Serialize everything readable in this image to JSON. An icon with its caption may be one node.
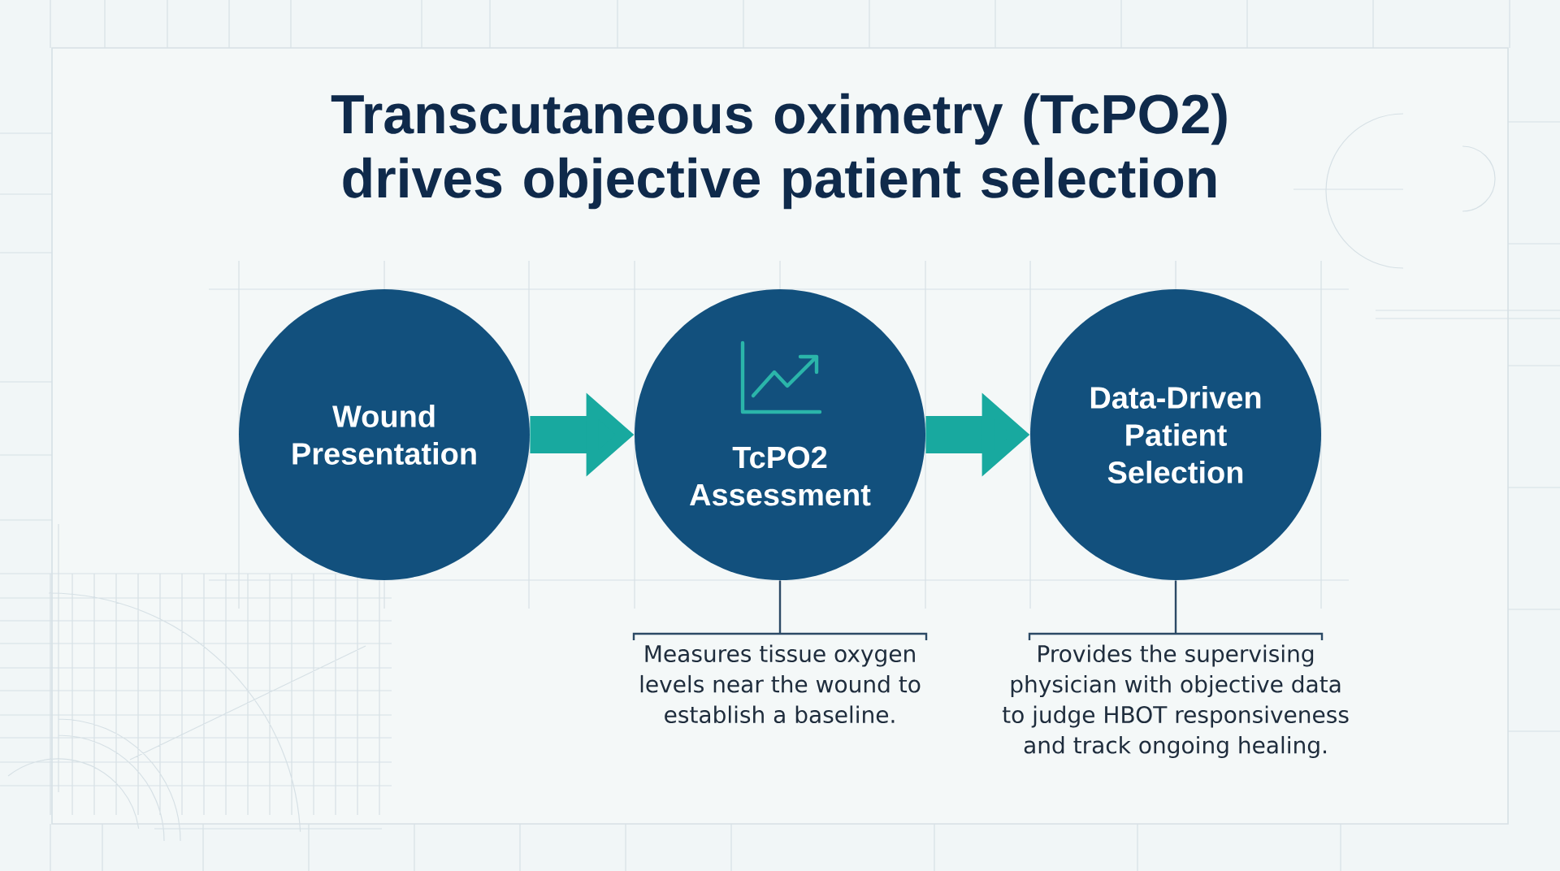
{
  "diagram": {
    "title": "Transcutaneous oximetry (TcPO2) drives objective patient selection",
    "nodes": [
      {
        "text": [
          "Wound Presentation"
        ]
      },
      {
        "text": [
          "TcPO2 Assessment"
        ],
        "beside": [
          "Measures tissue oxygen levels near the wound to establish a baseline."
        ]
      },
      {
        "text": [
          "Data-Driven Patient Selection"
        ],
        "beside": [
          "Provides the supervising physician with objective data to judge HBOT responsiveness and track ongoing healing."
        ]
      }
    ],
    "edges": [
      {
        "from": 0,
        "to": 1,
        "arrow": "to"
      },
      {
        "from": 1,
        "to": 2,
        "arrow": "to"
      }
    ]
  }
}
